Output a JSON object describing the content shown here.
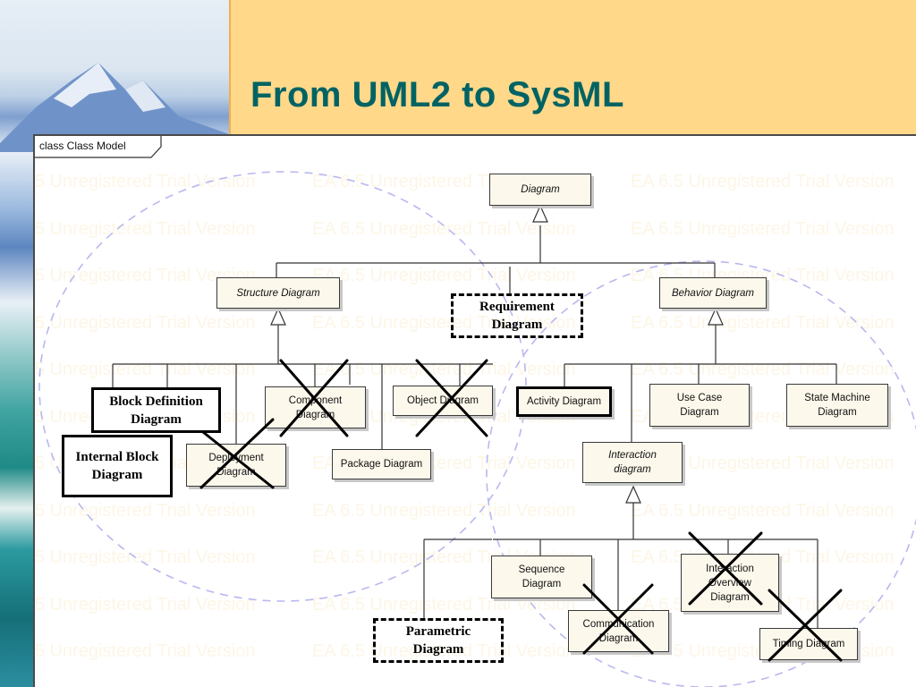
{
  "slide": {
    "title": "From UML2 to SysML"
  },
  "diagram_frame": {
    "label": "class Class Model"
  },
  "watermark": {
    "text": "EA 6.5 Unregistered Trial Version"
  },
  "uml_nodes": {
    "diagram": "Diagram",
    "structure": "Structure Diagram",
    "behavior": "Behavior Diagram",
    "component": "Component Diagram",
    "object": "Object Diagram",
    "deployment": "Deployment Diagram",
    "package": "Package Diagram",
    "activity": "Activity Diagram",
    "use_case": "Use Case Diagram",
    "state_machine": "State Machine Diagram",
    "interaction": "Interaction diagram",
    "sequence": "Sequence Diagram",
    "communication": "Communication Diagram",
    "interaction_overview": "Interaction Overview Diagram",
    "timing": "Timing Diagram"
  },
  "sysml_nodes": {
    "requirement": "Requirement Diagram",
    "block_definition": "Block Definition Diagram",
    "internal_block": "Internal Block Diagram",
    "parametric": "Parametric Diagram"
  },
  "removed_in_sysml": [
    "Component Diagram",
    "Object Diagram",
    "Deployment Diagram",
    "Communication Diagram",
    "Interaction Overview Diagram",
    "Timing Diagram"
  ],
  "colors": {
    "title": "#006363",
    "title_bar": "#ffd88a",
    "node_fill": "#fdf8ec",
    "ellipse_dash": "#b8b8f0"
  }
}
